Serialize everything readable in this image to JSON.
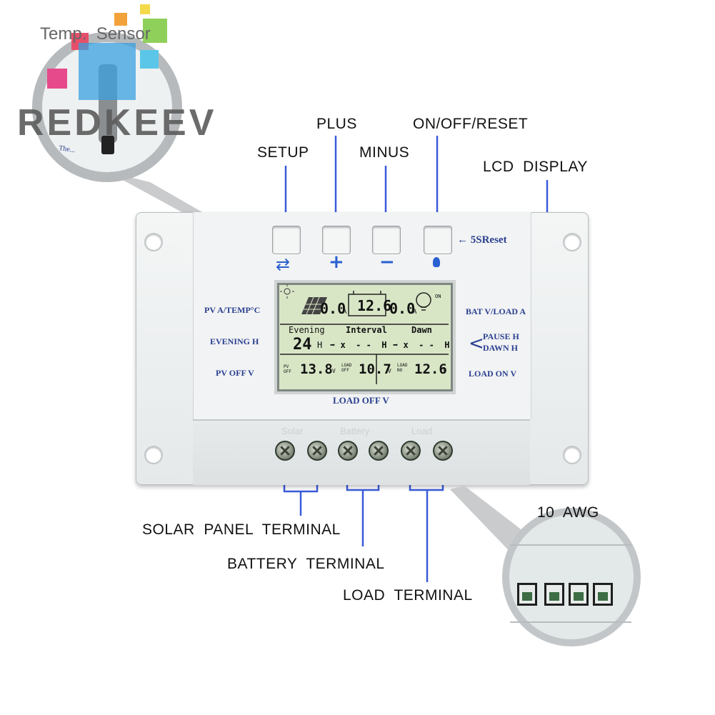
{
  "brand": {
    "watermark": "REDKEEV",
    "sensor_label": "Temp.  Sensor"
  },
  "callouts": {
    "setup": "SETUP",
    "plus": "PLUS",
    "minus": "MINUS",
    "on_off_reset": "ON/OFF/RESET",
    "lcd_display": "LCD  DISPLAY",
    "awg": "10  AWG",
    "solar_terminal": "SOLAR  PANEL  TERMINAL",
    "battery_terminal": "BATTERY  TERMINAL",
    "load_terminal": "LOAD  TERMINAL"
  },
  "panel": {
    "reset_hint": "← 5SReset",
    "button_symbols": {
      "setup": "⇄",
      "plus": "+",
      "minus": "−",
      "power": "💡"
    },
    "left_labels": [
      "PV A/TEMP°C",
      "EVENING H",
      "PV OFF V"
    ],
    "right_labels": [
      "BAT V/LOAD A",
      "PAUSE H",
      "DAWN H",
      "LOAD ON V"
    ],
    "bottom_label": "LOAD OFF V",
    "terminal_groups": [
      "Solar",
      "Battery",
      "Load"
    ]
  },
  "lcd": {
    "pv_current": "0.0",
    "pv_unit": "A",
    "battery_voltage": "12.6",
    "load_current": "0.0",
    "load_unit": "A",
    "on_label": "ON",
    "evening_label": "Evening",
    "interval_label": "Interval",
    "dawn_label": "Dawn",
    "evening_hours": "24",
    "hour_unit": "H",
    "interval_value": "➡ x  - -  H",
    "dawn_value": "➡ x  - -  H",
    "pv_off_label": "PV OFF",
    "pv_off_value": "13.8",
    "load_off_label": "LOAD OFF",
    "load_off_value": "10.7",
    "load_on_label": "LOAD NO",
    "load_on_value": "12.6",
    "volt_unit": "V"
  },
  "colors": {
    "leader_line": "#3a5bd9",
    "panel_label": "#2a3f8f",
    "lcd_bg": "#dfe9cf"
  }
}
